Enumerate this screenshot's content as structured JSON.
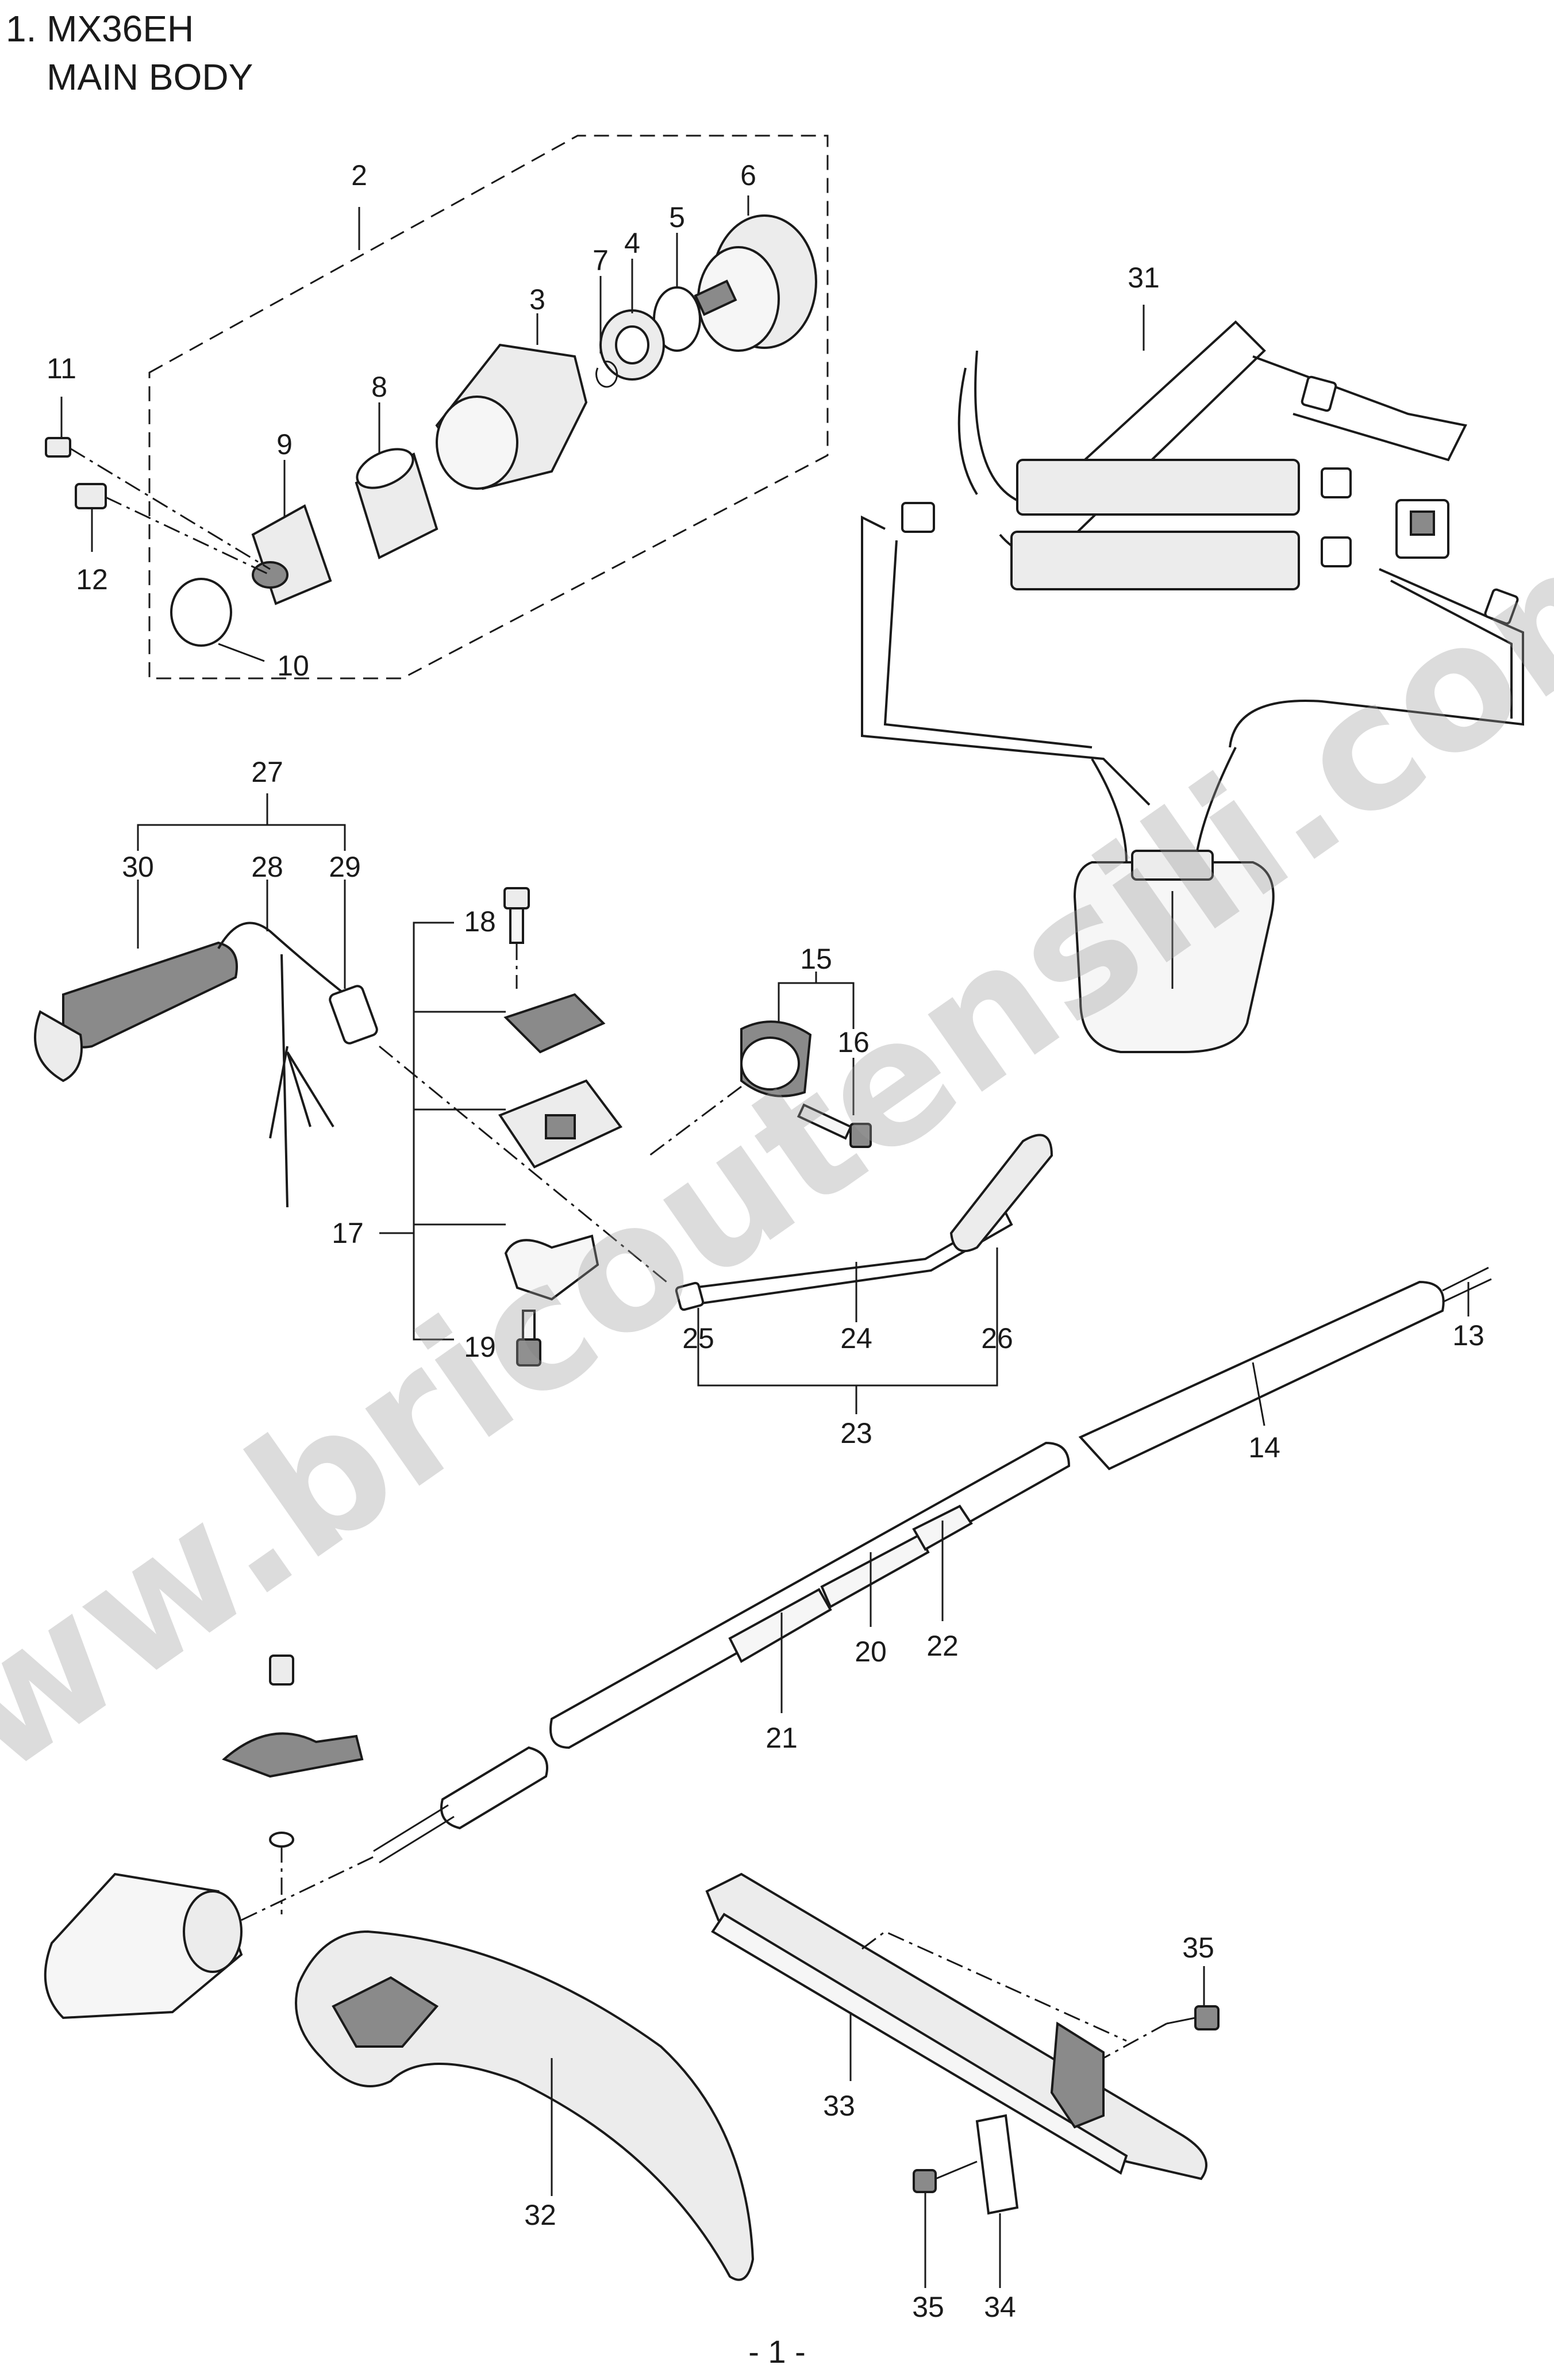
{
  "header": {
    "line1": "1. MX36EH",
    "line2": "    MAIN BODY"
  },
  "watermark": "www.bricoutensili.com",
  "page_number": "- 1 -",
  "callouts": {
    "c1": "2",
    "c2": "3",
    "c3": "4",
    "c4": "5",
    "c5": "6",
    "c6": "7",
    "c7": "8",
    "c8": "9",
    "c9": "10",
    "c10": "11",
    "c11": "12",
    "c12": "13",
    "c13": "14",
    "c14": "15",
    "c15": "16",
    "c16": "17",
    "c17": "18",
    "c18": "19",
    "c19": "20",
    "c20": "21",
    "c21": "22",
    "c22": "23",
    "c23": "24",
    "c24": "25",
    "c25": "26",
    "c26": "27",
    "c27": "28",
    "c28": "29",
    "c29": "30",
    "c30": "31",
    "c31": "32",
    "c32": "33",
    "c33": "34",
    "c34": "35",
    "c35": "35"
  }
}
